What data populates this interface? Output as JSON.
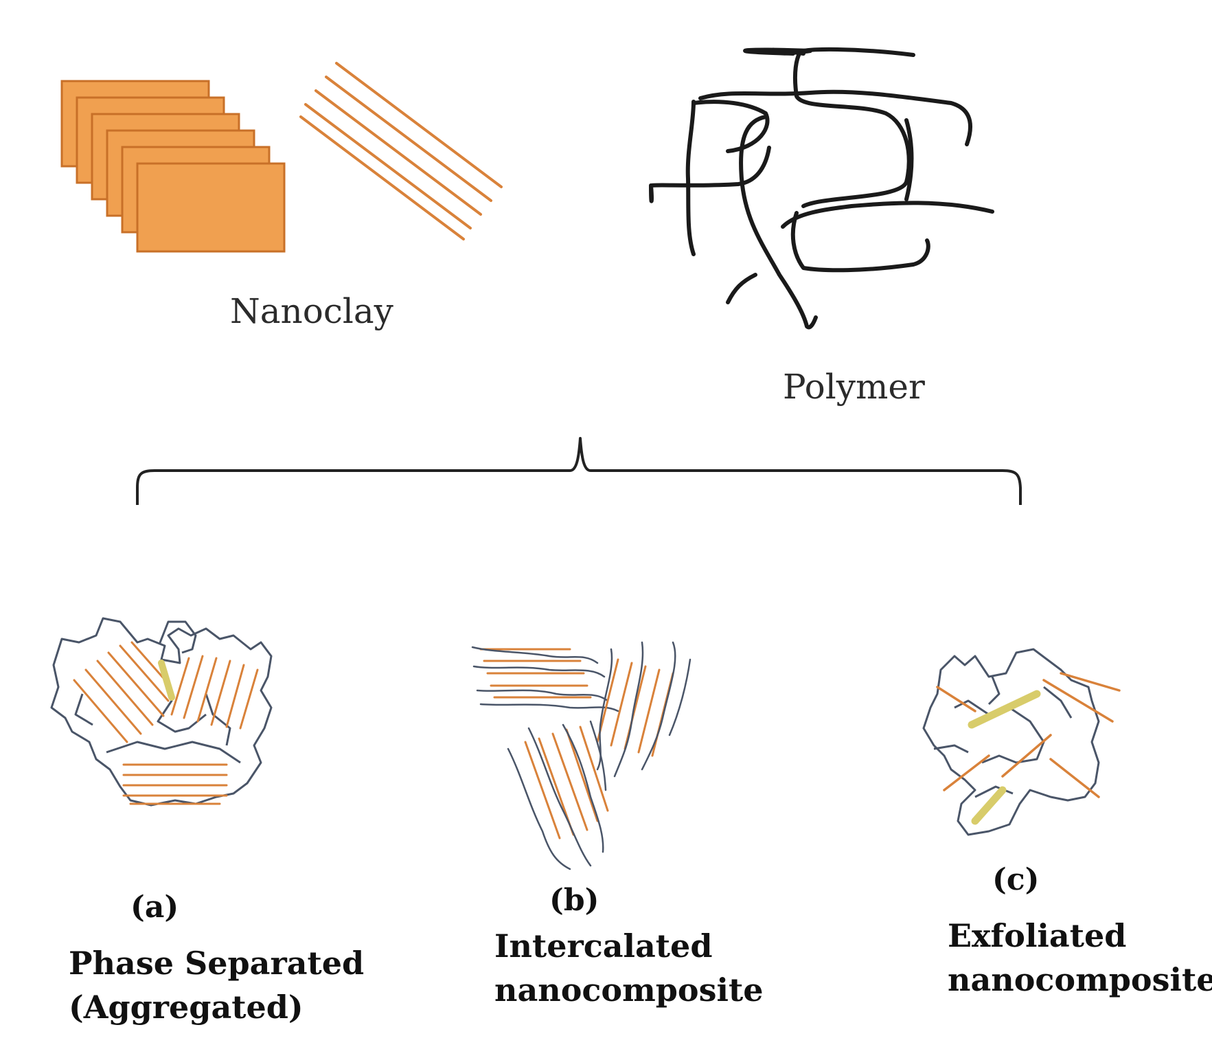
{
  "labels": {
    "nanoclay": "Nanoclay",
    "polymer": "Polymer"
  },
  "panels": [
    {
      "letter": "(a)",
      "name_line1": "Phase Separated",
      "name_line2": "(Aggregated)"
    },
    {
      "letter": "(b)",
      "name_line1": "Intercalated",
      "name_line2": "nanocomposite"
    },
    {
      "letter": "(c)",
      "name_line1": "Exfoliated",
      "name_line2": "nanocomposite"
    }
  ],
  "colors": {
    "clay_fill": "#f0a050",
    "clay_stroke": "#c87028",
    "clay_line": "#d9823a",
    "polymer_line": "#1a1a1a",
    "matrix_line": "#4a5568",
    "platelet_yellow": "#d8cc6a"
  }
}
